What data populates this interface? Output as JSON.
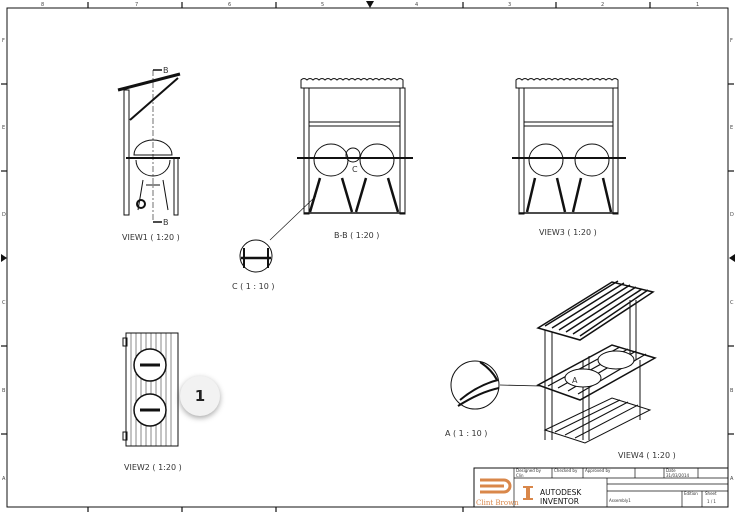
{
  "sheet": {
    "zones_top": [
      "8",
      "7",
      "6",
      "5",
      "4",
      "3",
      "2",
      "1"
    ],
    "zones_side": [
      "F",
      "E",
      "D",
      "C",
      "B",
      "A"
    ]
  },
  "views": {
    "view1": "VIEW1 ( 1:20 )",
    "section_marker": "B",
    "section_be": "B-B ( 1:20 )",
    "detail_c_marker": "C",
    "view3": "VIEW3 ( 1:20 )",
    "detail_c": "C ( 1 : 10 )",
    "view2": "VIEW2 ( 1:20 )",
    "detail_a_marker": "A",
    "detail_a": "A ( 1 : 10 )",
    "view4": "VIEW4 ( 1:20 )"
  },
  "callout": "1",
  "title_block": {
    "logo_text": "Clint Brown",
    "brand_line1": "AUTODESK",
    "brand_line2": "INVENTOR",
    "designed_by_label": "Designed by",
    "designed_by": "Clin",
    "checked_by_label": "Checked by",
    "approved_by_label": "Approved by",
    "date_label": "Date",
    "date": "31/03/2014",
    "title": "Assembly1",
    "edition_label": "Edition",
    "sheet_label": "Sheet",
    "sheet": "1 / 1"
  },
  "colors": {
    "logo": "#d9874a",
    "line": "#111111"
  }
}
